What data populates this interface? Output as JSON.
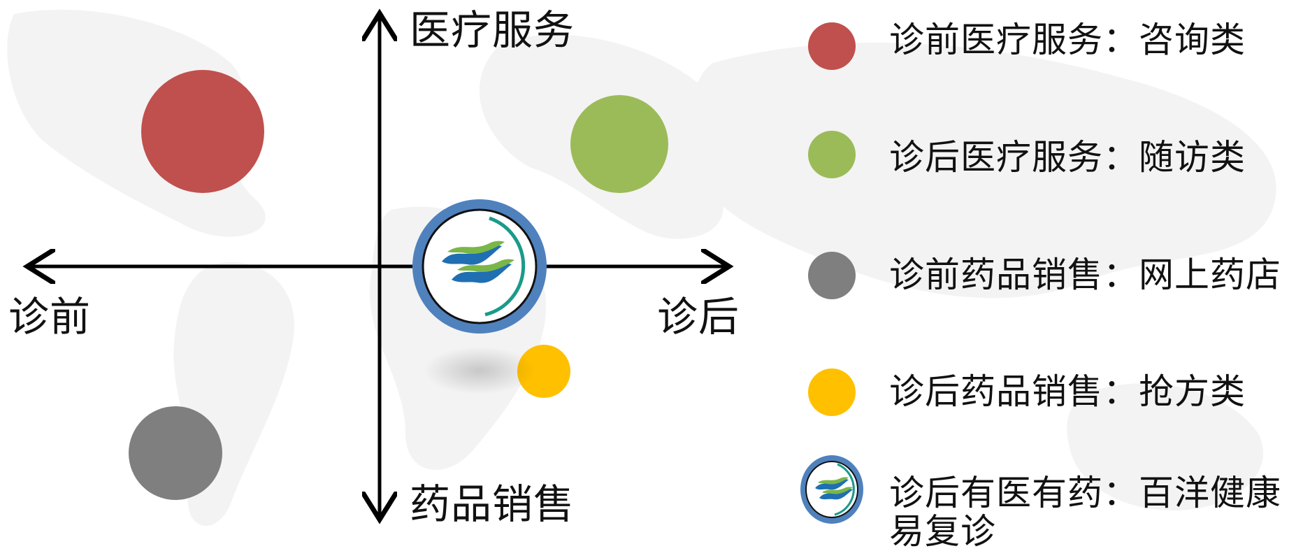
{
  "axes": {
    "top_label": "医疗服务",
    "bottom_label": "药品销售",
    "left_label": "诊前",
    "right_label": "诊后"
  },
  "colors": {
    "red": "#c0504d",
    "green": "#9bbb59",
    "gray": "#7f7f7f",
    "yellow": "#ffc000",
    "logo_ring": "#4f81bd",
    "logo_blue": "#1f6fb2",
    "logo_green": "#7ab648",
    "logo_teal": "#1a9a8a"
  },
  "legend": [
    {
      "marker": "red-circle",
      "text": "诊前医疗服务：咨询类"
    },
    {
      "marker": "green-circle",
      "text": "诊后医疗服务：随访类"
    },
    {
      "marker": "gray-circle",
      "text": "诊前药品销售：网上药店"
    },
    {
      "marker": "yellow-circle",
      "text": "诊后药品销售：抢方类"
    },
    {
      "marker": "logo-icon",
      "text": "诊后有医有药：百洋健康易复诊"
    }
  ]
}
